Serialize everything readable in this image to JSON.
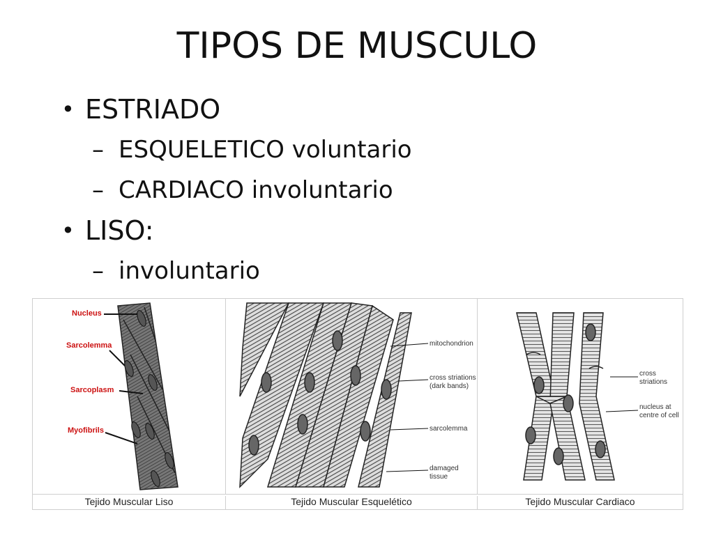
{
  "title": "TIPOS DE MUSCULO",
  "bullets": [
    {
      "level": 1,
      "text": "ESTRIADO"
    },
    {
      "level": 2,
      "text": "ESQUELETICO voluntario"
    },
    {
      "level": 2,
      "text": "CARDIACO involuntario"
    },
    {
      "level": 1,
      "text": "LISO:"
    },
    {
      "level": 2,
      "text": "involuntario"
    }
  ],
  "figure": {
    "smooth": {
      "caption": "Tejido Muscular Liso",
      "labels": [
        "Nucleus",
        "Sarcolemma",
        "Sarcoplasm",
        "Myofibrils"
      ],
      "label_color": "#cc1111"
    },
    "skeletal": {
      "caption": "Tejido Muscular Esquelético",
      "labels": [
        "mitochondrion",
        "cross striations",
        "(dark bands)",
        "sarcolemma",
        "damaged",
        "tissue"
      ]
    },
    "cardiac": {
      "caption": "Tejido Muscular Cardiaco",
      "labels": [
        "cross",
        "striations",
        "nucleus at",
        "centre of cell"
      ]
    }
  }
}
